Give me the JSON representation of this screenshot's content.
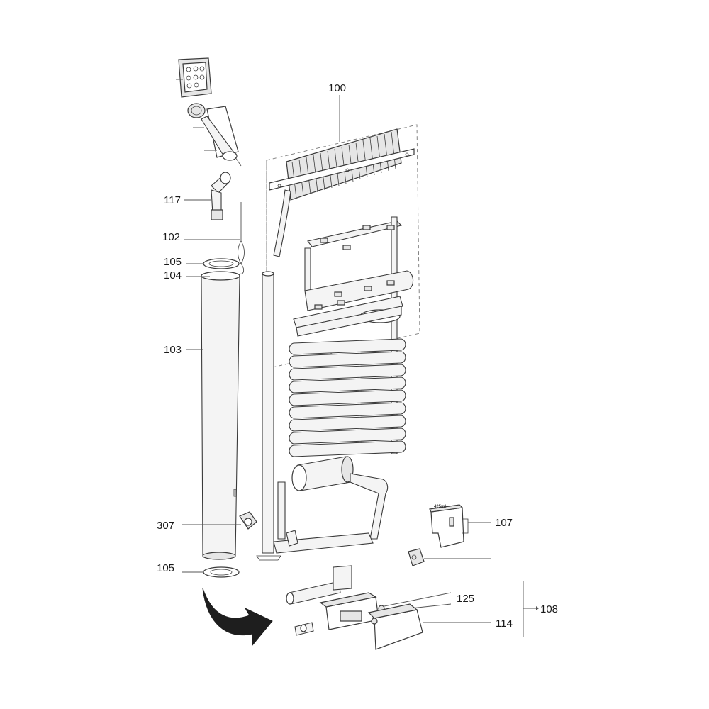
{
  "callouts": {
    "c100": "100",
    "c117": "117",
    "c102": "102",
    "c105a": "105",
    "c104": "104",
    "c103": "103",
    "c307": "307",
    "c105b": "105",
    "c107": "107",
    "c125": "125",
    "c114": "114",
    "c108": "108"
  },
  "container_label": "425ml"
}
